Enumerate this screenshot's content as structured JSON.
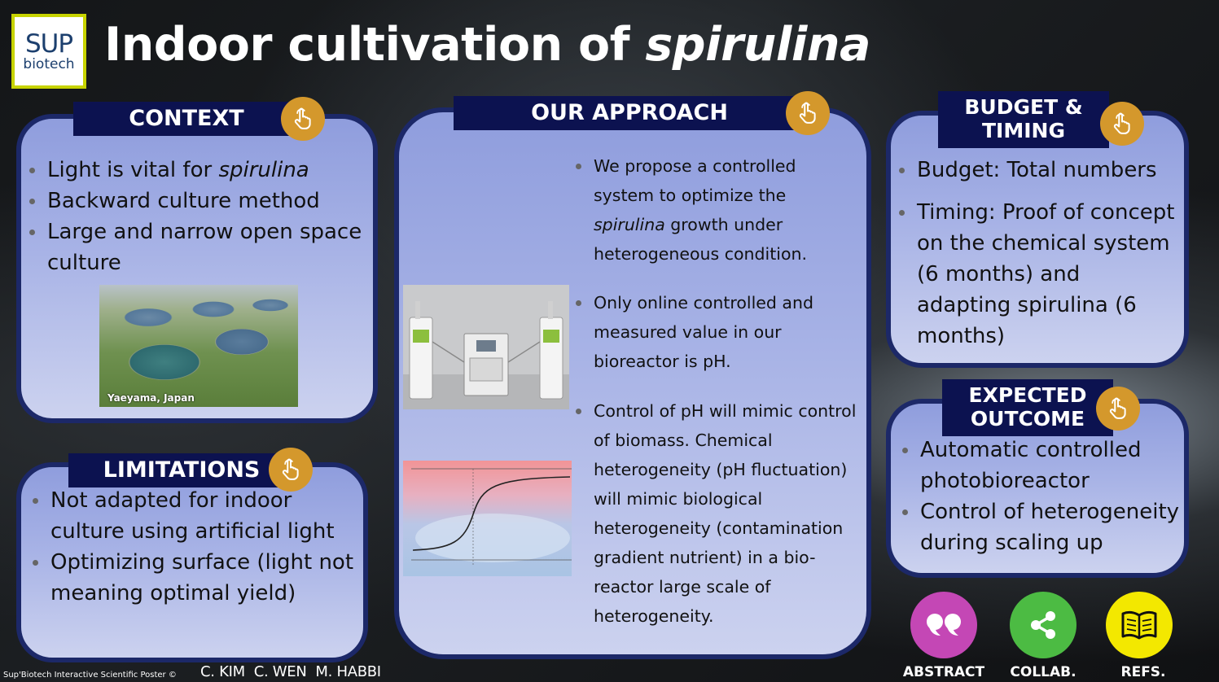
{
  "logo": {
    "line1": "SUP",
    "line2": "biotech"
  },
  "title": {
    "main": "Indoor cultivation of ",
    "italic": "spirulina"
  },
  "context": {
    "heading": "CONTEXT",
    "item1_pre": "Light is vital for ",
    "item1_italic": "spirulina",
    "item2": "Backward culture method",
    "item3": "Large and narrow open space culture",
    "photo_caption": "Yaeyama, Japan"
  },
  "limitations": {
    "heading": "LIMITATIONS",
    "item1": "Not adapted for indoor culture using artificial light",
    "item2": "Optimizing surface (light not meaning optimal yield)"
  },
  "approach": {
    "heading": "OUR APPROACH",
    "item1_pre": "We propose a controlled system to optimize the ",
    "item1_italic": "spirulina",
    "item1_post": " growth under heterogeneous condition.",
    "item2": "Only online controlled and measured value in our bioreactor is pH.",
    "item3": "Control of pH will mimic control of biomass. Chemical heterogeneity (pH fluctuation) will mimic biological heterogeneity (contamination gradient nutrient) in a bio-reactor large scale of heterogeneity."
  },
  "budget": {
    "heading_line1": "BUDGET &",
    "heading_line2": "TIMING",
    "item1": "Budget: Total numbers",
    "item2": "Timing: Proof of concept on the chemical system (6 months) and adapting spirulina (6 months)"
  },
  "outcome": {
    "heading_line1": "EXPECTED",
    "heading_line2": "OUTCOME",
    "item1": "Automatic controlled photobioreactor",
    "item2": "Control of heterogeneity during scaling up"
  },
  "buttons": {
    "abstract": "ABSTRACT",
    "collab": "COLLAB.",
    "refs": "REFS."
  },
  "footer": {
    "credit": "Sup'Biotech Interactive Scientific Poster ©",
    "authors": "C. KIM  C. WEN  M. HABBI"
  },
  "colors": {
    "panel_border": "#1c2868",
    "tab_bg": "#0c1250",
    "hand_icon_bg": "#d4982c",
    "abstract_btn": "#c447b5",
    "collab_btn": "#4cbb43",
    "refs_btn": "#f3e800",
    "logo_border": "#c7d300"
  }
}
